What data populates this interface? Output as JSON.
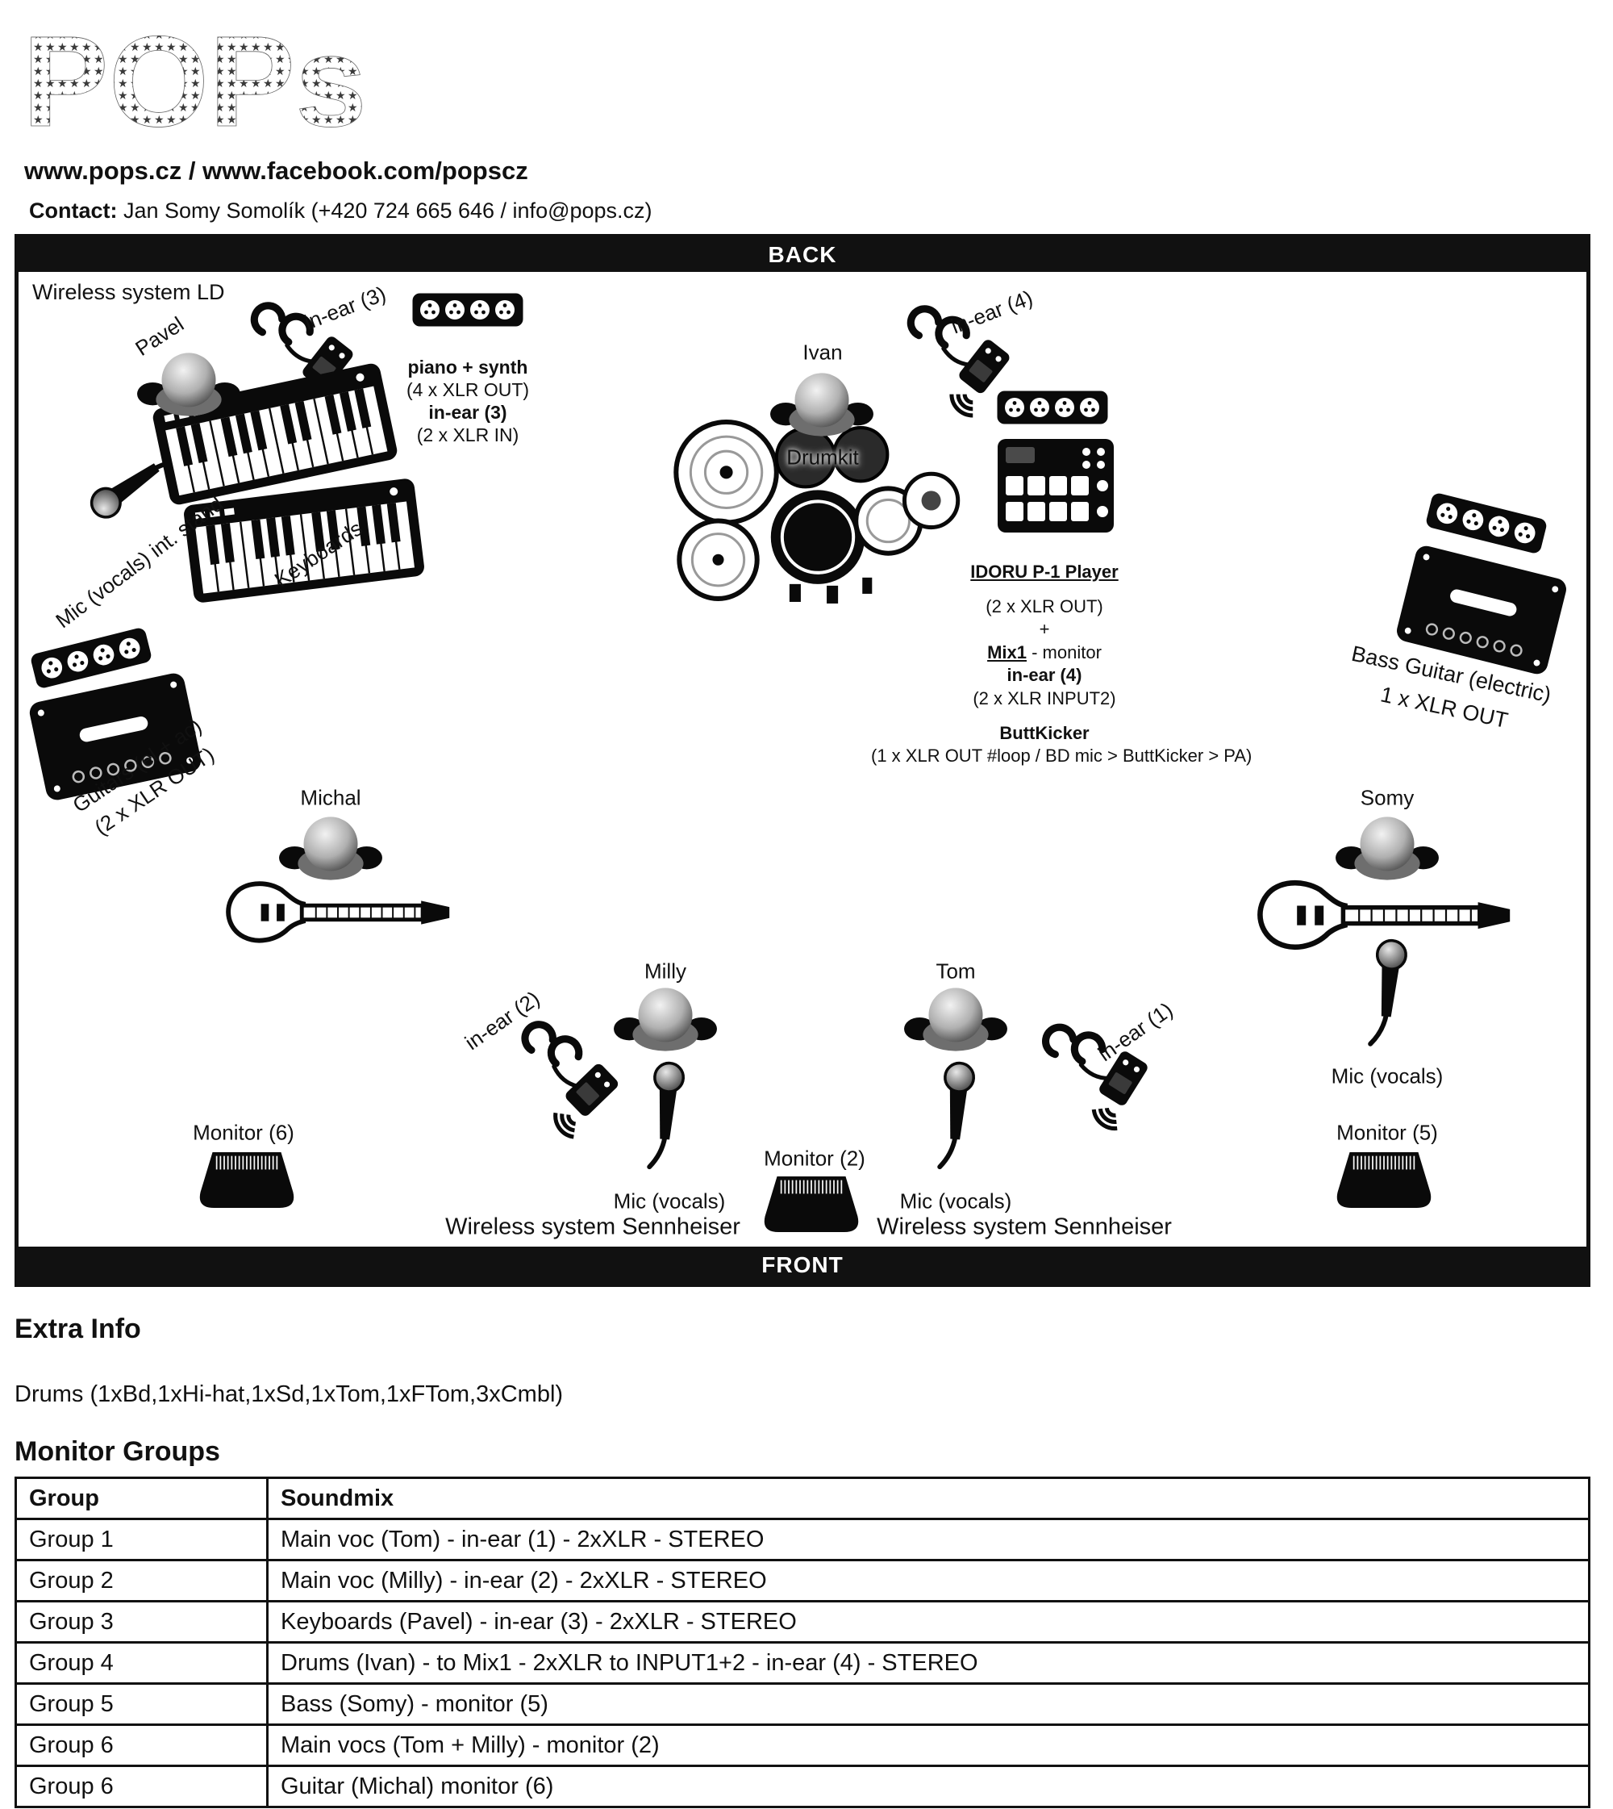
{
  "header": {
    "logo_text": "POPs",
    "website": "www.pops.cz / www.facebook.com/popscz",
    "contact_label": "Contact:",
    "contact_text": " Jan Somy Somolík (+420 724 665 646 / info@pops.cz)"
  },
  "stage": {
    "back_label": "BACK",
    "front_label": "FRONT",
    "labels": {
      "wireless_ld": "Wireless system LD",
      "pavel": "Pavel",
      "inear3": "in-ear (3)",
      "gear_line1": "piano + synth",
      "gear_line2": "(4 x XLR OUT)",
      "gear_line3": "in-ear (3)",
      "gear_line4": "(2 x XLR IN)",
      "mic_pavel": "Mic (vocals) int. stand",
      "keyboards": "Keyboards",
      "ivan": "Ivan",
      "drumkit": "Drumkit",
      "inear4": "in-ear (4)",
      "idoru_title": "IDORU P-1 Player",
      "idoru_out": "(2 x XLR OUT)",
      "idoru_plus": "+",
      "idoru_mix1": "Mix1",
      "idoru_mix1_rest": " - monitor",
      "idoru_inear": "in-ear (4)",
      "idoru_input": "(2 x XLR INPUT2)",
      "buttkicker_title": "ButtKicker",
      "buttkicker_detail": "(1 x XLR OUT #loop / BD mic > ButtKicker > PA)",
      "bass_guitar": "Bass Guitar (electric)",
      "bass_out": "1 x XLR OUT",
      "guitars": "Guitars (el + ac)",
      "guitars_out": "(2 x XLR OUT)",
      "michal": "Michal",
      "somy": "Somy",
      "somy_mic": "Mic (vocals)",
      "milly": "Milly",
      "inear2": "in-ear (2)",
      "milly_mic": "Mic (vocals)",
      "sennheiser_left": "Wireless system Sennheiser",
      "tom": "Tom",
      "inear1": "in-ear (1)",
      "tom_mic": "Mic (vocals)",
      "sennheiser_right": "Wireless system Sennheiser",
      "monitor6": "Monitor (6)",
      "monitor2": "Monitor (2)",
      "monitor5": "Monitor (5)"
    }
  },
  "extra_info": {
    "title": "Extra Info",
    "drums_line": "Drums (1xBd,1xHi-hat,1xSd,1xTom,1xFTom,3xCmbl)"
  },
  "monitor_groups": {
    "title": "Monitor Groups",
    "col_group": "Group",
    "col_soundmix": "Soundmix",
    "rows": [
      {
        "group": "Group 1",
        "soundmix": "Main voc (Tom) - in-ear (1) - 2xXLR - STEREO"
      },
      {
        "group": "Group 2",
        "soundmix": "Main voc (Milly) - in-ear (2) - 2xXLR - STEREO"
      },
      {
        "group": "Group 3",
        "soundmix": "Keyboards (Pavel) - in-ear (3) - 2xXLR - STEREO"
      },
      {
        "group": "Group 4",
        "soundmix": "Drums (Ivan) - to Mix1 - 2xXLR to INPUT1+2 - in-ear (4) - STEREO"
      },
      {
        "group": "Group 5",
        "soundmix": "Bass (Somy) - monitor (5)"
      },
      {
        "group": "Group 6",
        "soundmix": "Main vocs (Tom + Milly) - monitor (2)"
      },
      {
        "group": "Group 6",
        "soundmix": "Guitar (Michal) monitor (6)"
      }
    ]
  },
  "colors": {
    "ink": "#111111",
    "bar_bg": "#111111",
    "bar_text": "#ffffff"
  }
}
